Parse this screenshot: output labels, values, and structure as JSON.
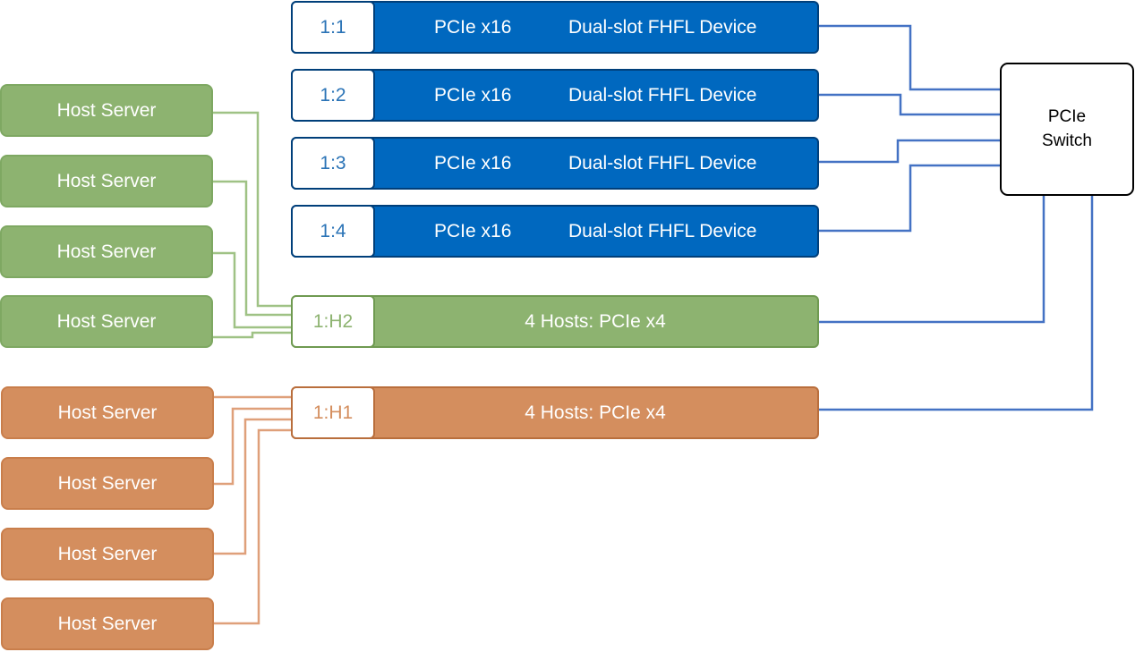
{
  "devices": [
    {
      "slot": "1:1",
      "bus": "PCIe x16",
      "device": "Dual-slot FHFL Device"
    },
    {
      "slot": "1:2",
      "bus": "PCIe x16",
      "device": "Dual-slot FHFL Device"
    },
    {
      "slot": "1:3",
      "bus": "PCIe x16",
      "device": "Dual-slot FHFL Device"
    },
    {
      "slot": "1:4",
      "bus": "PCIe x16",
      "device": "Dual-slot FHFL Device"
    }
  ],
  "host_slots": [
    {
      "slot": "1:H2",
      "label": "4 Hosts: PCIe x4",
      "color": "#8db370"
    },
    {
      "slot": "1:H1",
      "label": "4 Hosts: PCIe x4",
      "color": "#d48e5e"
    }
  ],
  "hosts_green": [
    "Host Server",
    "Host Server",
    "Host Server",
    "Host Server"
  ],
  "hosts_orange": [
    "Host Server",
    "Host Server",
    "Host Server",
    "Host Server"
  ],
  "switch": {
    "line1": "PCIe",
    "line2": "Switch"
  },
  "colors": {
    "device_blue": "#0068bf",
    "wire_blue": "#4472c4",
    "green": "#8db370",
    "orange": "#d48e5e"
  }
}
